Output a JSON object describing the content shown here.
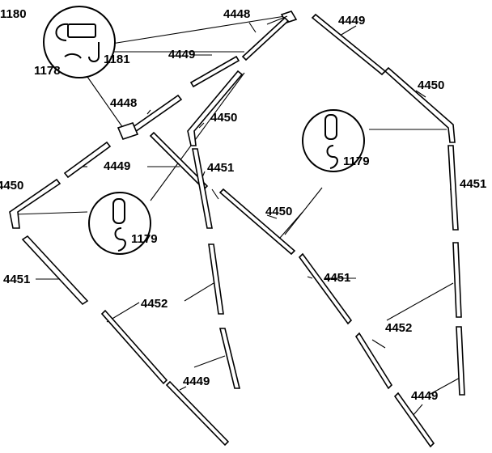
{
  "parts": {
    "p1180": "1180",
    "p1178": "1178",
    "p1181": "1181",
    "p1179": "1179",
    "p4448": "4448",
    "p4449": "4449",
    "p4450": "4450",
    "p4451": "4451",
    "p4452": "4452"
  }
}
